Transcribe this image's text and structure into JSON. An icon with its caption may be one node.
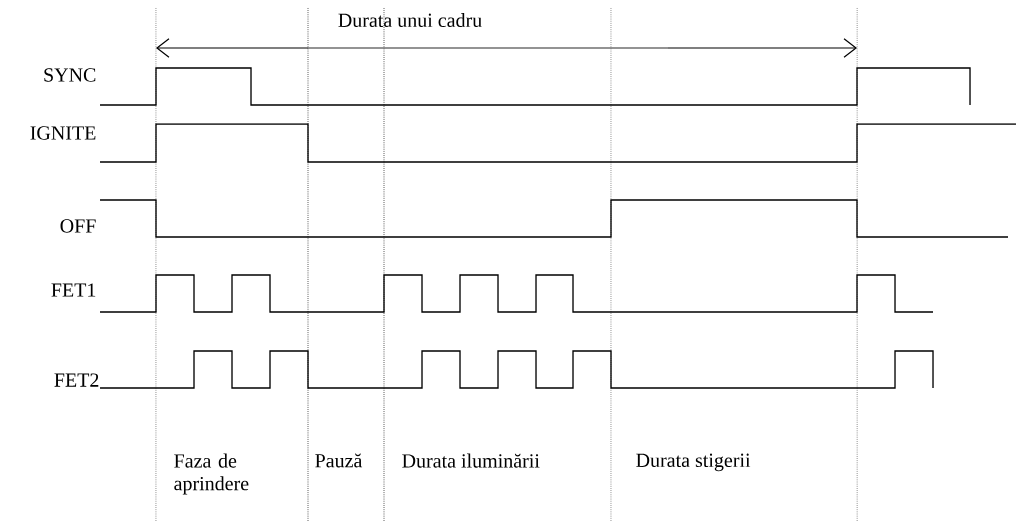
{
  "diagram": {
    "labels": [
      "Durata unui cadru",
      "SYNC",
      "IGNITE",
      "OFF",
      "FET1",
      "FET2",
      "Faza de aprindere",
      "Pauză",
      "Durata iluminării",
      "Durata stigerii"
    ]
  }
}
